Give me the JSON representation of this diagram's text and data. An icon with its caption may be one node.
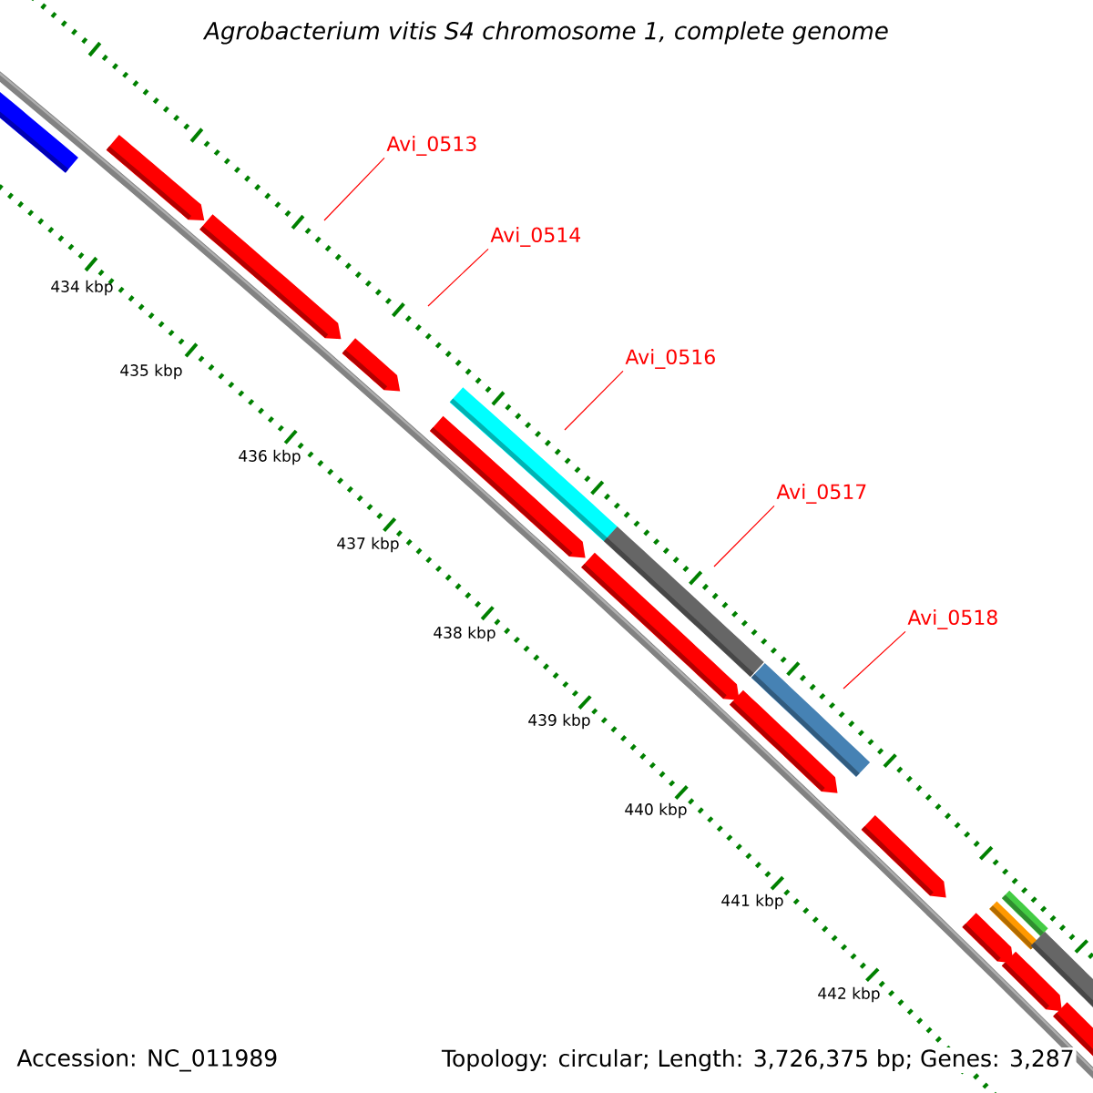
{
  "diagram": {
    "title": "Agrobacterium vitis S4 chromosome 1, complete genome",
    "nodes": [
      {
        "text": [
          "Avi_0513"
        ]
      },
      {
        "text": [
          "Avi_0514"
        ]
      },
      {
        "text": [
          "Avi_0516"
        ]
      },
      {
        "text": [
          "Avi_0517"
        ]
      },
      {
        "text": [
          "Avi_0518"
        ]
      }
    ],
    "edges": [
      {
        "from": 0,
        "to": null,
        "arrow": "none",
        "color": "#ff0000"
      },
      {
        "from": 1,
        "to": null,
        "arrow": "none",
        "color": "#ff0000"
      },
      {
        "from": 2,
        "to": null,
        "arrow": "none",
        "color": "#ff0000"
      },
      {
        "from": 3,
        "to": null,
        "arrow": "none",
        "color": "#ff0000"
      },
      {
        "from": 4,
        "to": null,
        "arrow": "none",
        "color": "#ff0000"
      }
    ],
    "labels": [
      "434 kbp",
      "435 kbp",
      "436 kbp",
      "437 kbp",
      "438 kbp",
      "439 kbp",
      "440 kbp",
      "441 kbp",
      "442 kbp",
      "Accession: NC_011989",
      "Topology: circular; Length: 3,726,375 bp; Genes: 3,287"
    ]
  }
}
